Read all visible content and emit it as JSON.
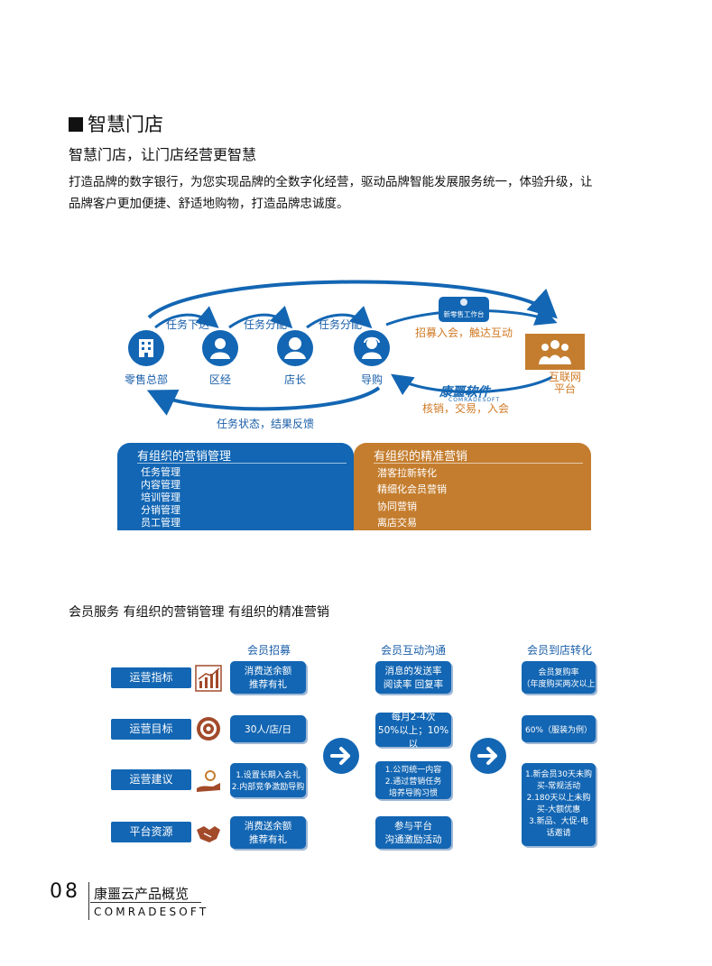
{
  "section": {
    "title": "智慧门店",
    "subtitle": "智慧门店，让门店经营更智慧",
    "intro": [
      "打造品牌的数字银行，为您实现品牌的全数字化经营，驱动品牌智能发展服务统一，体验升级，让",
      "品牌客户更加便捷、舒适地购物，打造品牌忠诚度。"
    ]
  },
  "diagram": {
    "nodes": [
      {
        "label": "零售总部",
        "icon": "building-icon"
      },
      {
        "label": "区经",
        "icon": "manager-icon"
      },
      {
        "label": "店长",
        "icon": "store-manager-icon"
      },
      {
        "label": "导购",
        "icon": "shopping-guide-icon"
      },
      {
        "label_lines": [
          "互联网",
          "平台"
        ],
        "icon": "crowd-icon"
      }
    ],
    "flows": [
      "任务下达",
      "任务分配",
      "任务分配"
    ],
    "feedback": "任务状态，结果反馈",
    "recruit": "招募入会，触达互动",
    "workbench": "新零售工作台",
    "verify": "核销，交易，入会",
    "logo": {
      "cn": "康噩软件",
      "en": "COMRADESOFT"
    }
  },
  "panels": {
    "left": {
      "title": "有组织的营销管理",
      "items": [
        "任务管理",
        "内容管理",
        "培训管理",
        "分销管理",
        "员工管理"
      ]
    },
    "right": {
      "title": "有组织的精准营销",
      "items": [
        "潜客拉新转化",
        "精细化会员营销",
        "协同营销",
        "离店交易"
      ]
    }
  },
  "member": {
    "title": "会员服务 有组织的营销管理 有组织的精准营销",
    "columns": [
      "会员招募",
      "会员互动沟通",
      "会员到店转化"
    ],
    "rows": [
      {
        "label": "运营指标",
        "icon": "chart-icon",
        "cells": [
          [
            "消费送余额",
            "推荐有礼"
          ],
          [
            "消息的发送率",
            "阅读率 回复率"
          ],
          [
            "会员复购率",
            "（年度购买两次以上"
          ]
        ]
      },
      {
        "label": "运营目标",
        "icon": "target-icon",
        "cells": [
          [
            "30人/店/日"
          ],
          [
            "每月2-4次",
            "50%以上；10%以"
          ],
          [
            "60%（服装为例）"
          ]
        ]
      },
      {
        "label": "运营建议",
        "icon": "idea-hand-icon",
        "cells": [
          [
            "1.设置长期入会礼",
            "2.内部竞争激励导购"
          ],
          [
            "1.公司统一内容",
            "2.通过营销任务",
            "培养导购习惯"
          ],
          [
            "1.新会员30天未购",
            "买-常规活动",
            "2.180天以上未购",
            "买-大额优惠",
            "3.新品、大促-电",
            "话邀请"
          ]
        ]
      },
      {
        "label": "平台资源",
        "icon": "handshake-icon",
        "cells": [
          [
            "消费送余额",
            "推荐有礼"
          ],
          [
            "参与平台",
            "沟通激励活动"
          ],
          []
        ]
      }
    ]
  },
  "footer": {
    "page_number": "08",
    "title": "康噩云产品概览",
    "brand": "COMRADESOFT"
  },
  "colors": {
    "blue": "#1366b3",
    "orange": "#c47d2e",
    "light_blue_shadow": "#9fb8d6"
  }
}
